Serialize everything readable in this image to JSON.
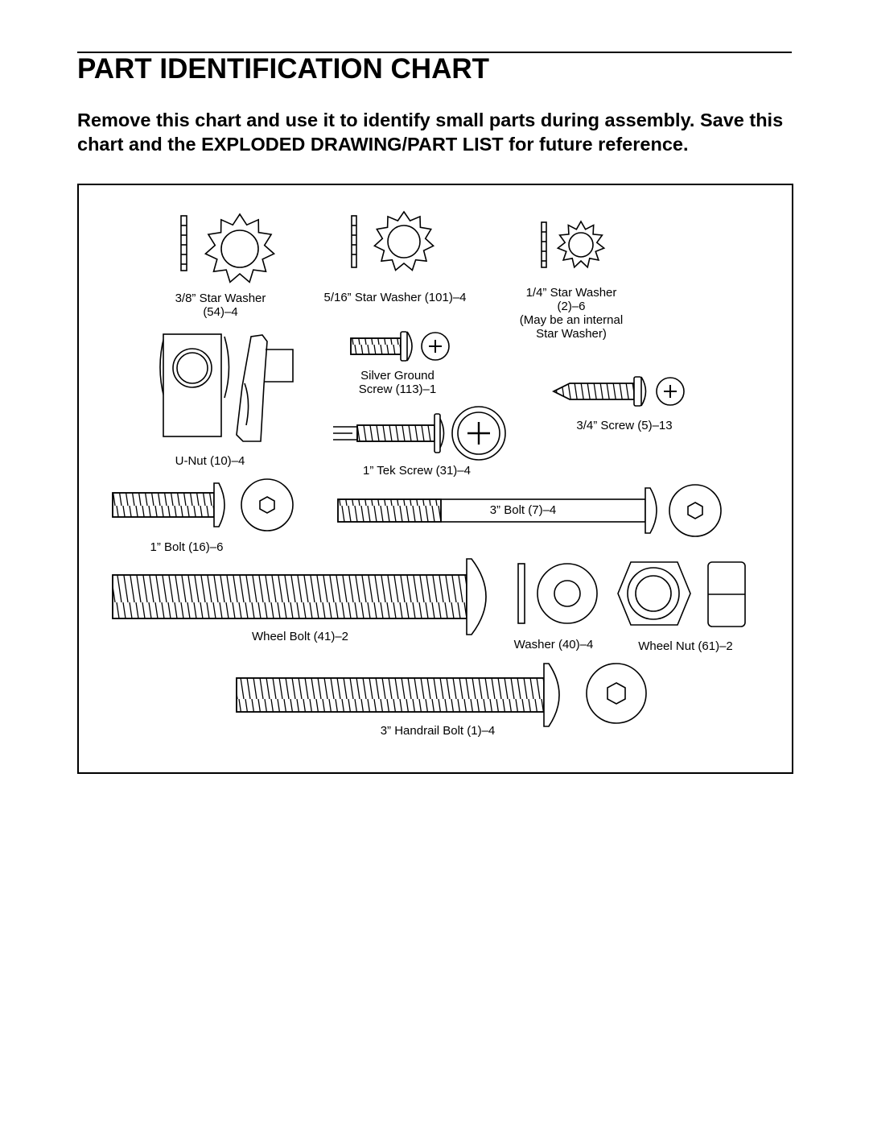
{
  "header": {
    "title": "PART IDENTIFICATION CHART",
    "intro": "Remove this chart and use it to identify small parts during assembly. Save this chart and the EXPLODED DRAWING/PART LIST for future reference."
  },
  "parts": {
    "star_washer_38": {
      "line1": "3/8” Star Washer",
      "line2": "(54)–4"
    },
    "star_washer_516": {
      "line1": "5/16” Star Washer (101)–4"
    },
    "star_washer_14": {
      "line1": "1/4” Star Washer",
      "line2": "(2)–6",
      "line3": "(May be an internal",
      "line4": "Star Washer)"
    },
    "silver_ground_screw": {
      "line1": "Silver Ground",
      "line2": "Screw (113)–1"
    },
    "screw_34": {
      "line1": "3/4” Screw (5)–13"
    },
    "u_nut": {
      "line1": "U-Nut (10)–4"
    },
    "tek_screw": {
      "line1": "1” Tek Screw (31)–4"
    },
    "bolt_3": {
      "line1": "3” Bolt (7)–4"
    },
    "bolt_1": {
      "line1": "1” Bolt (16)–6"
    },
    "wheel_bolt": {
      "line1": "Wheel Bolt (41)–2"
    },
    "washer": {
      "line1": "Washer (40)–4"
    },
    "wheel_nut": {
      "line1": "Wheel Nut (61)–2"
    },
    "handrail_bolt": {
      "line1": "3” Handrail Bolt (1)–4"
    }
  }
}
